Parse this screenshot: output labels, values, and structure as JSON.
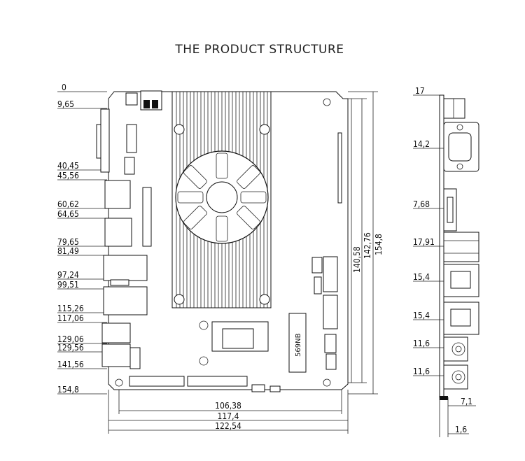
{
  "title": "THE PRODUCT STRUCTURE",
  "left_dimensions": [
    "0",
    "9,65",
    "40,45",
    "45,56",
    "60,62",
    "64,65",
    "79,65",
    "81,49",
    "97,24",
    "99,51",
    "115,26",
    "117,06",
    "129,06",
    "129,56",
    "141,56",
    "154,8"
  ],
  "bottom_dimensions": [
    "106,38",
    "117,4",
    "122,54"
  ],
  "right_dimensions": [
    "140,58",
    "142,76",
    "154,8"
  ],
  "chip_label": "569NB",
  "side_dimensions": [
    "17",
    "14,2",
    "7,68",
    "17,91",
    "15,4",
    "15,4",
    "11,6",
    "11,6",
    "7,1",
    "1,6"
  ]
}
